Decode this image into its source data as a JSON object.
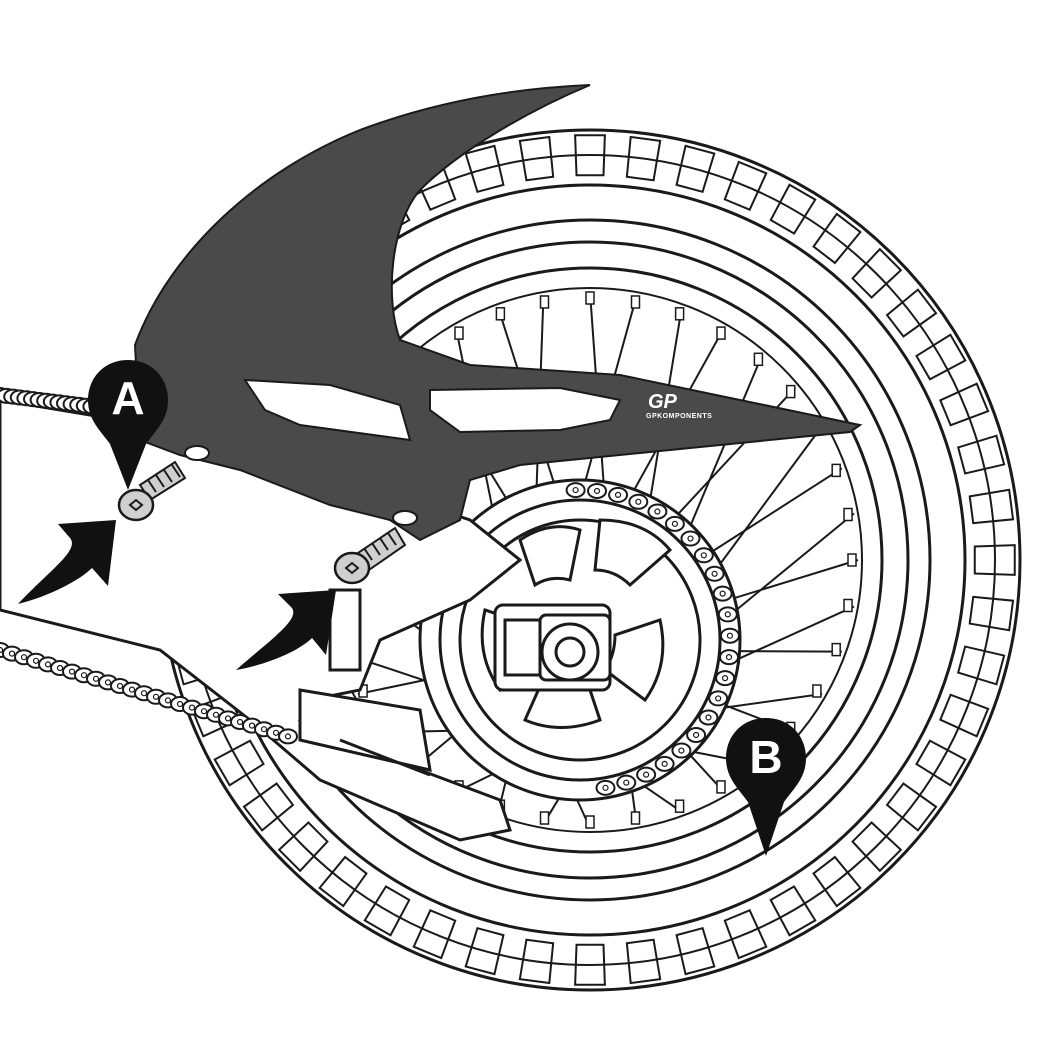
{
  "diagram": {
    "markers": [
      {
        "id": "A",
        "label": "A"
      },
      {
        "id": "B",
        "label": "B"
      }
    ],
    "logo": {
      "text": "GP",
      "subtext": "GPKOMPONENTS"
    },
    "colors": {
      "guard": "#4a4a4a",
      "marker": "#111111",
      "arrow": "#111111",
      "outline": "#1a1a1a",
      "background": "#ffffff"
    },
    "icons": [
      "bolt-icon",
      "arrow-icon",
      "location-pin-icon"
    ]
  }
}
